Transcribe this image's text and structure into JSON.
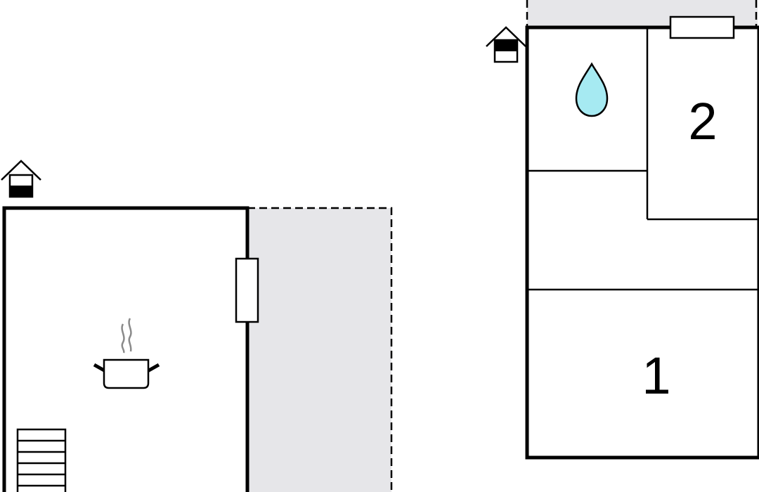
{
  "plans": [
    {
      "floor_entry_icon": "house-entrance-icon",
      "rooms": [
        {
          "kind": "kitchen",
          "icon": "cooking-pot-icon"
        },
        {
          "kind": "staircase",
          "icon": "stairs-icon"
        },
        {
          "kind": "terrace",
          "icon": "terrace-area"
        }
      ]
    },
    {
      "floor_entry_icon": "house-entrance-icon",
      "rooms": [
        {
          "kind": "bathroom",
          "icon": "water-drop-icon"
        },
        {
          "kind": "bedroom",
          "number": "2"
        },
        {
          "kind": "hallway"
        },
        {
          "kind": "bedroom",
          "number": "1"
        },
        {
          "kind": "terrace",
          "icon": "terrace-area"
        }
      ]
    }
  ],
  "colors": {
    "wall": "#000000",
    "terrace_fill": "#e6e6e9",
    "water_drop": "#a6eaf2",
    "steam": "#8a8a8a"
  }
}
